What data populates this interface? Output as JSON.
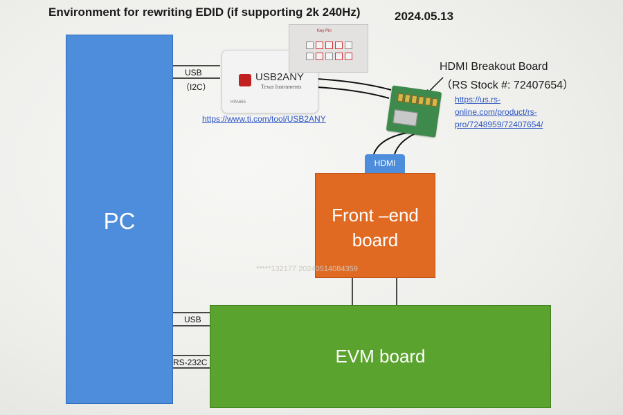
{
  "title": "Environment for rewriting EDID (if supporting 2k 240Hz)",
  "date": "2024.05.13",
  "blocks": {
    "pc": "PC",
    "front_end_line1": "Front –end",
    "front_end_line2": "board",
    "evm": "EVM board"
  },
  "connections": {
    "usb_top": "USB",
    "i2c": "（I2C）",
    "usb_bottom": "USB",
    "rs232c": "RS-232C",
    "hdmi": "HDMI"
  },
  "usb2any": {
    "brand": "USB2ANY",
    "maker": "Texas Instruments",
    "model": "HPA665",
    "link": "https://www.ti.com/tool/USB2ANY"
  },
  "pinout_caption": "Key Pin",
  "breakout": {
    "title": "HDMI Breakout Board",
    "stock": "（RS Stock #: 72407654）",
    "link_line1": "https://us.rs-",
    "link_line2": "online.com/product/rs-",
    "link_line3": "pro/7248959/72407654/"
  },
  "watermark": "*****132177 20240514084359",
  "colors": {
    "pc": "#4d8ddb",
    "front_end": "#e06a22",
    "evm": "#5aa32e",
    "link": "#2d56c4"
  }
}
